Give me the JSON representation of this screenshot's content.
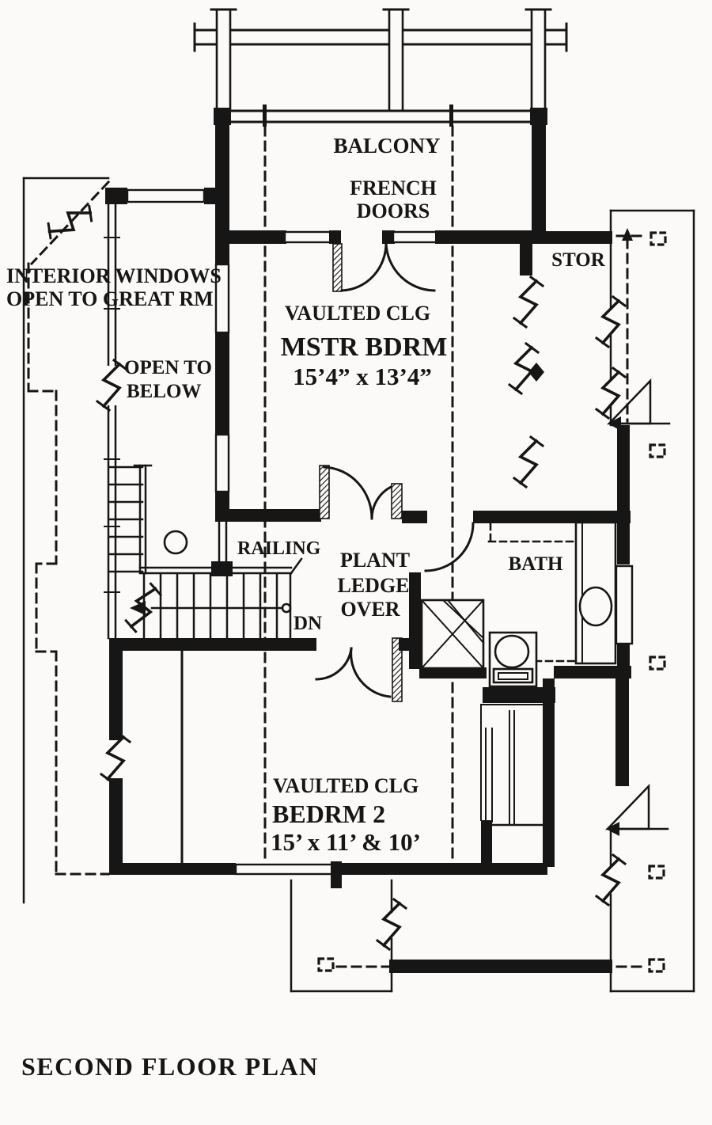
{
  "title_block": {
    "text": "SECOND FLOOR PLAN"
  },
  "rooms": {
    "balcony": {
      "name": "BALCONY"
    },
    "master": {
      "ceiling": "VAULTED CLG",
      "name": "MSTR BDRM",
      "dims": "15’4” x 13’4”"
    },
    "bath": {
      "name": "BATH"
    },
    "bedroom2": {
      "ceiling": "VAULTED CLG",
      "name": "BEDRM 2",
      "dims": "15’ x 11’ & 10’"
    },
    "storage": {
      "name": "STOR"
    }
  },
  "annotations": {
    "french_line1": "FRENCH",
    "french_line2": "DOORS",
    "interior_line1": "INTERIOR WINDOWS",
    "interior_line2": "OPEN TO GREAT RM",
    "below_line1": "OPEN TO",
    "below_line2": "BELOW",
    "railing": "RAILING",
    "plant_line1": "PLANT",
    "plant_line2": "LEDGE",
    "plant_line3": "OVER",
    "down": "DN"
  },
  "colors": {
    "ink": "#161616",
    "paper": "#fbfaf8"
  }
}
